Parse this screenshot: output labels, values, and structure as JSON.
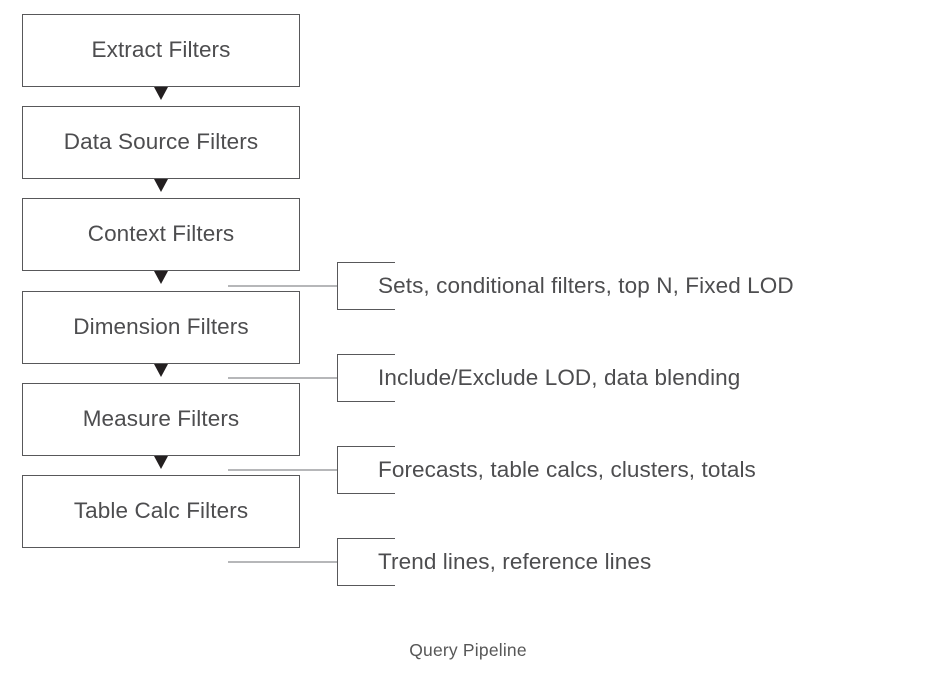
{
  "diagram": {
    "caption": "Query Pipeline",
    "colors": {
      "background": "#ffffff",
      "box_border": "#58585a",
      "text": "#4d4d4f",
      "arrow": "#231f20",
      "connector_line": "#b6b7b9",
      "caption_text": "#575757"
    },
    "stages": [
      {
        "label": "Extract Filters"
      },
      {
        "label": "Data Source Filters"
      },
      {
        "label": "Context Filters"
      },
      {
        "label": "Dimension Filters"
      },
      {
        "label": "Measure Filters"
      },
      {
        "label": "Table Calc Filters"
      }
    ],
    "arrows": [
      {
        "from": "Extract Filters",
        "to": "Data Source Filters"
      },
      {
        "from": "Data Source Filters",
        "to": "Context Filters"
      },
      {
        "from": "Context Filters",
        "to": "Dimension Filters"
      },
      {
        "from": "Dimension Filters",
        "to": "Measure Filters"
      },
      {
        "from": "Measure Filters",
        "to": "Table Calc Filters"
      }
    ],
    "annotations": [
      {
        "label": "Sets, conditional filters, top N, Fixed LOD",
        "attached_between": "Context Filters / Dimension Filters"
      },
      {
        "label": "Include/Exclude LOD, data blending",
        "attached_between": "Dimension Filters / Measure Filters"
      },
      {
        "label": "Forecasts, table calcs, clusters, totals",
        "attached_between": "Measure Filters / Table Calc Filters"
      },
      {
        "label": "Trend lines, reference lines",
        "attached_below": "Table Calc Filters"
      }
    ]
  }
}
